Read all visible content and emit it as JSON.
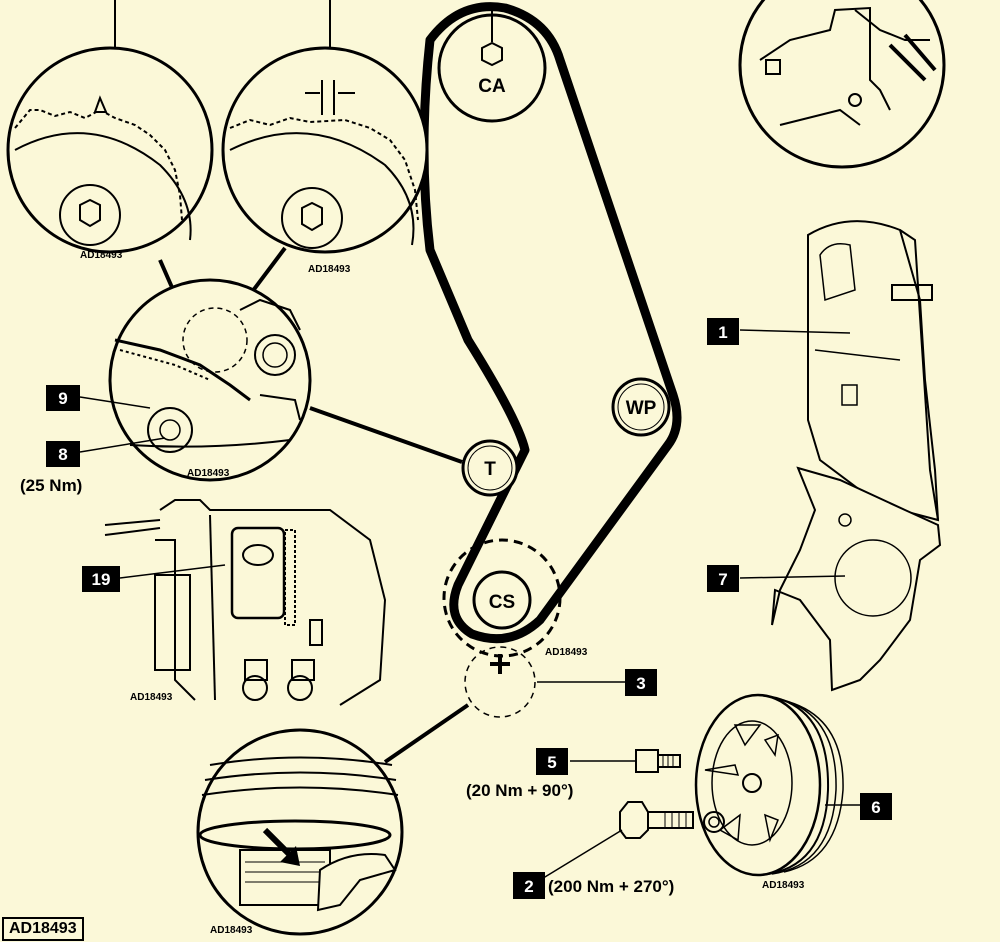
{
  "pulleys": {
    "camshaft": "CA",
    "water_pump": "WP",
    "tensioner": "T",
    "crankshaft": "CS"
  },
  "callouts": {
    "c1": "1",
    "c2": "2",
    "c3": "3",
    "c5": "5",
    "c6": "6",
    "c7": "7",
    "c8": "8",
    "c9": "9",
    "c19": "19"
  },
  "torques": {
    "t8": "(25 Nm)",
    "t5": "(20 Nm + 90°)",
    "t2": "(200 Nm + 270°)"
  },
  "reference_code": "AD18493",
  "colors": {
    "background": "#fbf8d8",
    "line": "#000000"
  }
}
